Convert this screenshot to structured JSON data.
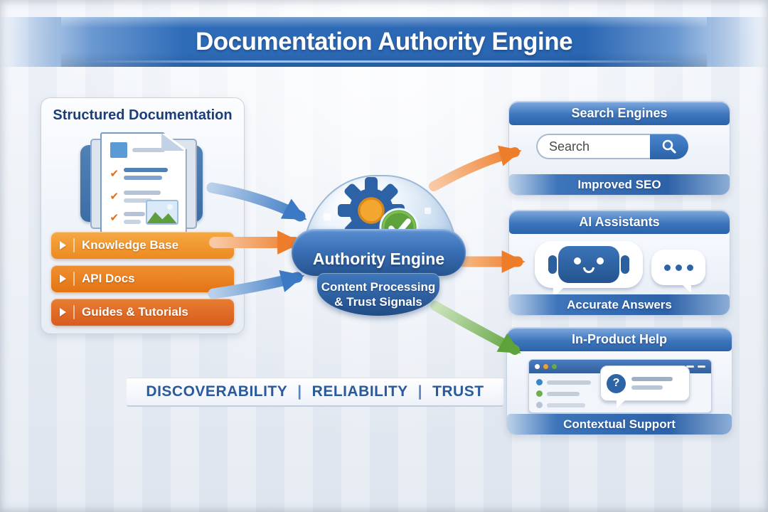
{
  "title": "Documentation Authority Engine",
  "source_panel": {
    "title": "Structured Documentation",
    "icon": "document-stack-icon",
    "items": [
      {
        "label": "Knowledge Base",
        "icon": "play-icon"
      },
      {
        "label": "API Docs",
        "icon": "play-icon"
      },
      {
        "label": "Guides & Tutorials",
        "icon": "play-icon"
      }
    ]
  },
  "engine": {
    "title": "Authority Engine",
    "subtitle": [
      "Content Processing",
      "& Trust Signals"
    ],
    "icons": [
      "gear-icon",
      "check-badge-icon"
    ]
  },
  "output_panels": [
    {
      "title": "Search Engines",
      "caption": "Improved SEO",
      "search": {
        "placeholder_text": "Search",
        "icon": "magnifier-icon"
      }
    },
    {
      "title": "AI Assistants",
      "caption": "Accurate Answers",
      "icon": "robot-chat-icon"
    },
    {
      "title": "In-Product Help",
      "caption": "Contextual Support",
      "icon": "app-window-tooltip-icon"
    }
  ],
  "footer_banner": {
    "items": [
      "DISCOVERABILITY",
      "RELIABILITY",
      "TRUST"
    ],
    "separator": "|"
  },
  "arrows": [
    {
      "name": "docs-to-engine-top",
      "color": "#3b79c4"
    },
    {
      "name": "docs-to-engine-middle",
      "color": "#ee7d2b"
    },
    {
      "name": "docs-to-engine-bottom",
      "color": "#3b79c4"
    },
    {
      "name": "engine-to-search",
      "color": "#ee7d2b"
    },
    {
      "name": "engine-to-ai",
      "color": "#ee7d2b"
    },
    {
      "name": "engine-to-help",
      "color": "#5ea23c"
    }
  ],
  "colors": {
    "banner_blue": "#2e6cb8",
    "panel_header_blue": "#2d62a8",
    "navy_text": "#1d3d78",
    "orange_button": "#ec8a20",
    "green_check": "#5aa032"
  }
}
